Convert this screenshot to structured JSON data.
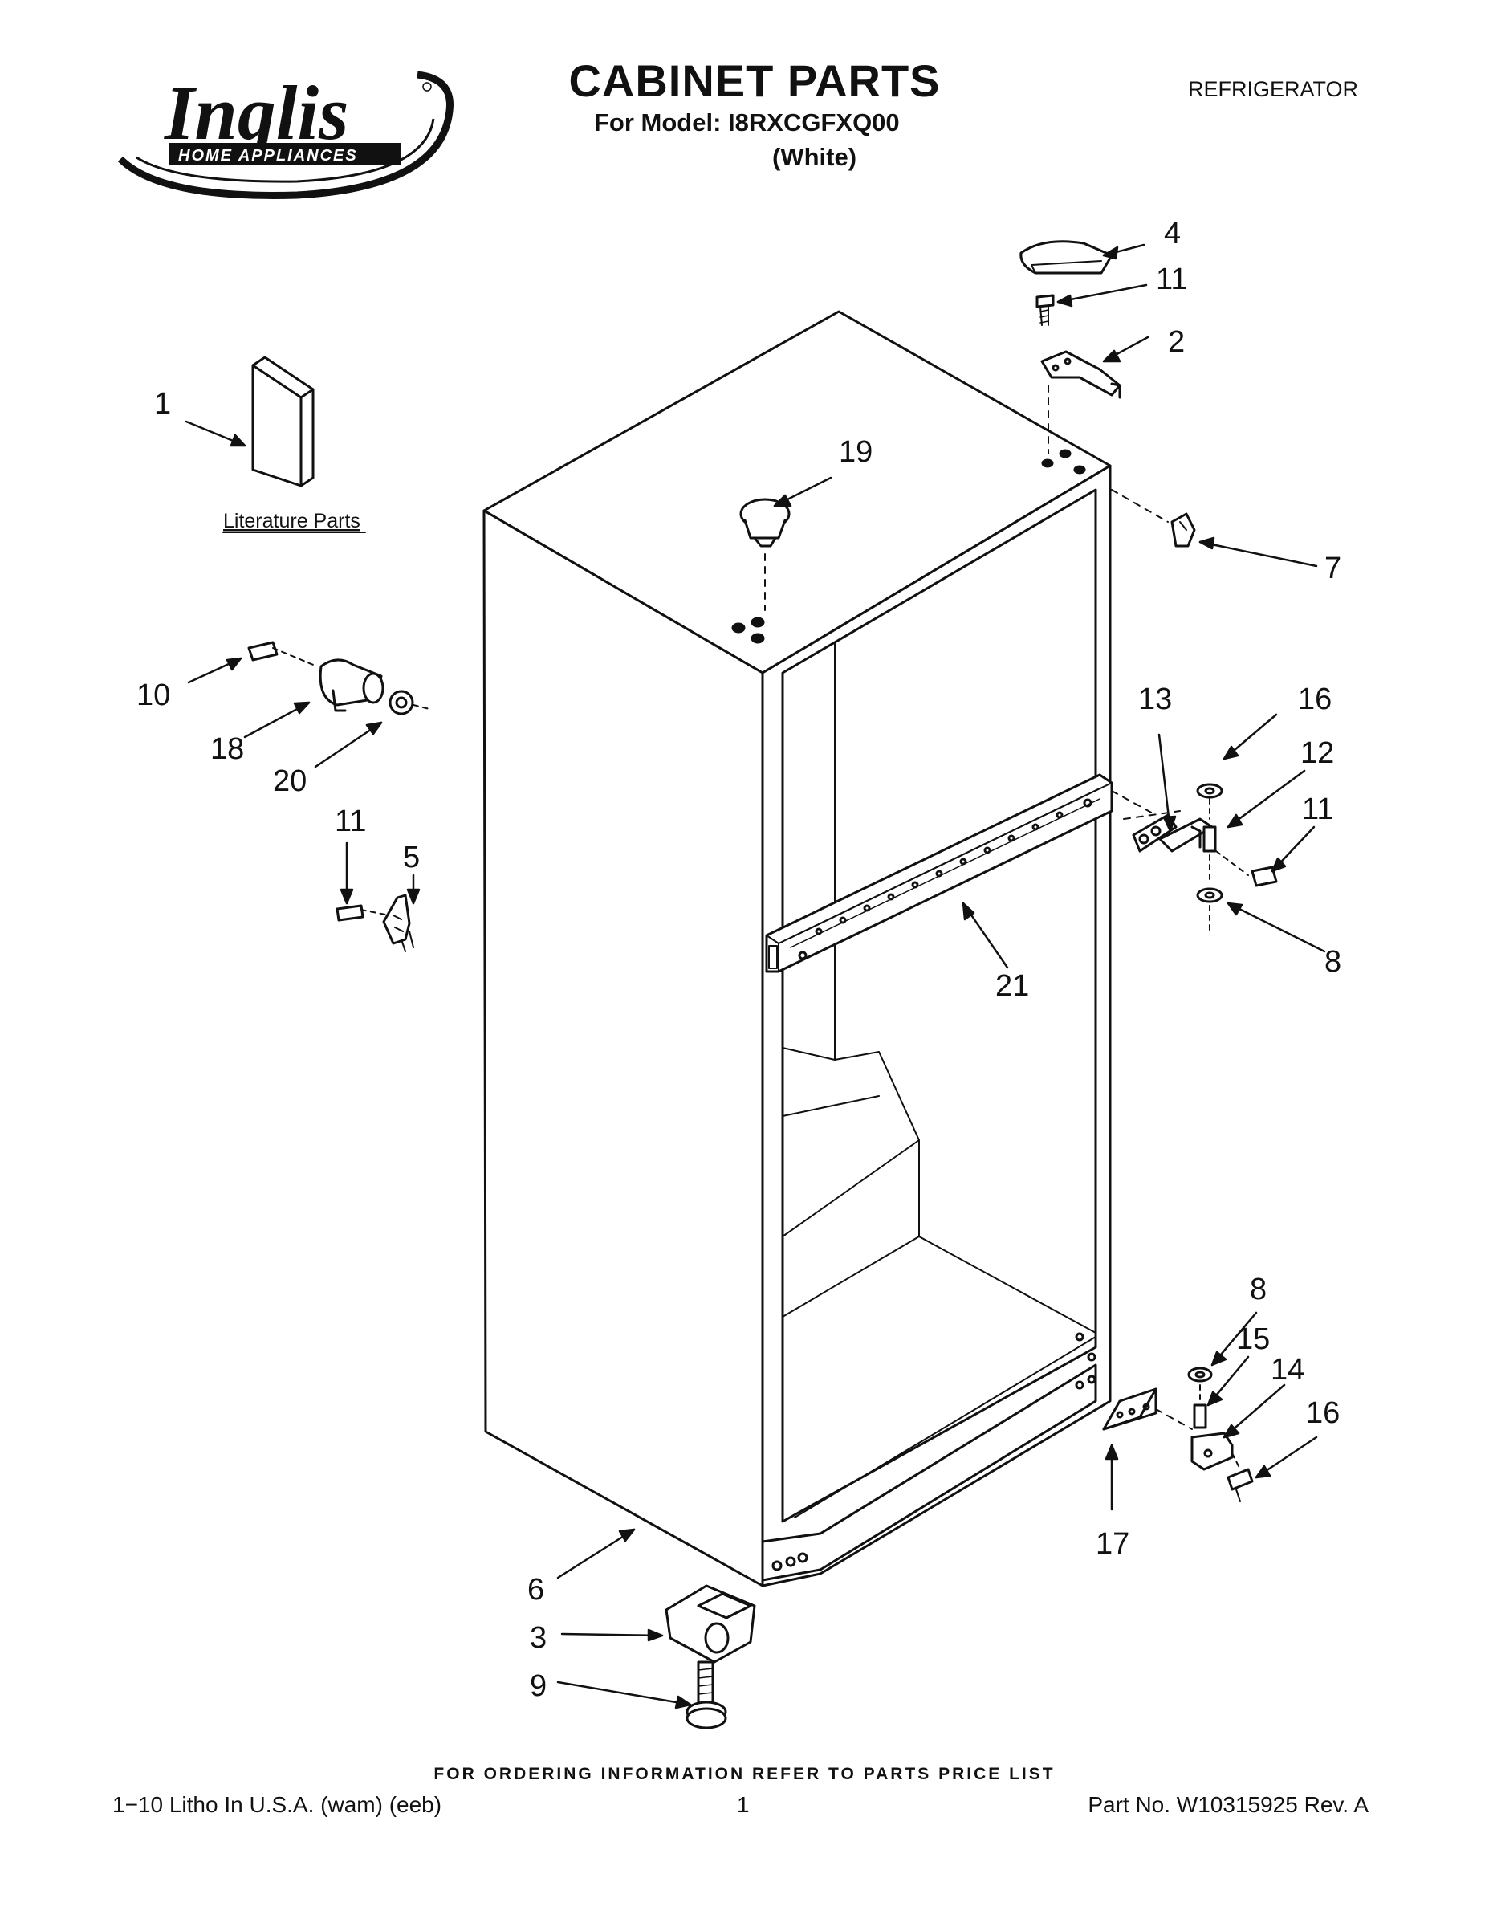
{
  "header": {
    "brand_name": "Inglis",
    "brand_tagline": "HOME APPLIANCES",
    "title": "CABINET PARTS",
    "model_line": "For Model: I8RXCGFXQ00",
    "variant": "(White)",
    "category": "REFRIGERATOR"
  },
  "diagram": {
    "literature_label": "Literature Parts",
    "callouts": {
      "c1": "1",
      "c2": "2",
      "c3": "3",
      "c4": "4",
      "c5": "5",
      "c6": "6",
      "c7": "7",
      "c8a": "8",
      "c8b": "8",
      "c9": "9",
      "c10": "10",
      "c11a": "11",
      "c11b": "11",
      "c11c": "11",
      "c12": "12",
      "c13": "13",
      "c14": "14",
      "c15": "15",
      "c16a": "16",
      "c16b": "16",
      "c17": "17",
      "c18": "18",
      "c19": "19",
      "c20": "20",
      "c21": "21"
    }
  },
  "footer": {
    "ordering_note": "FOR ORDERING INFORMATION REFER TO PARTS PRICE LIST",
    "litho": "1−10 Litho In U.S.A. (wam) (eeb)",
    "page": "1",
    "part_number": "Part No. W10315925 Rev. A"
  }
}
